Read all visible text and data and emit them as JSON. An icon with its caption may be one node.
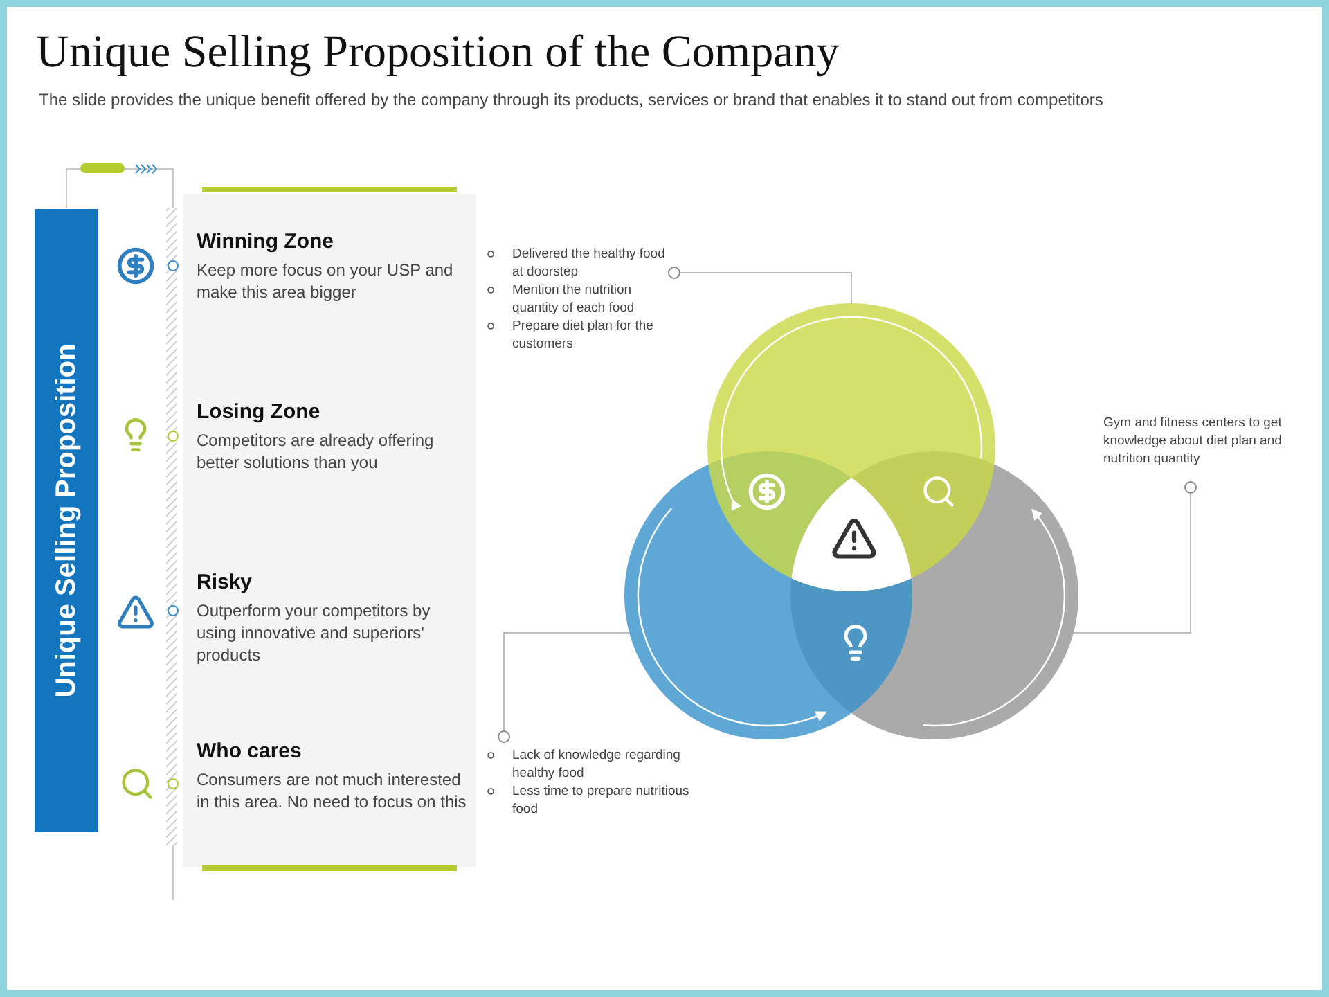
{
  "diagram": {
    "title": "Unique Selling Proposition of the Company",
    "caption": "The slide provides the unique benefit offered by the company through its products, services or brand that enables it to stand out from competitors",
    "nodes": [
      {
        "text": [
          "Unique Selling Proposition"
        ]
      },
      {
        "text": [
          "Winning Zone",
          "Keep more focus on your USP and make this area bigger"
        ]
      },
      {
        "text": [
          "Losing Zone",
          "Competitors are already offering better solutions than you"
        ]
      },
      {
        "text": [
          "Risky",
          "Outperform your competitors by using innovative and superiors' products"
        ]
      },
      {
        "text": [
          "Who cares",
          "Consumers are not much interested in this area. No need to focus on this"
        ]
      },
      {
        "text": [
          "Delivered the healthy food at doorstep",
          "Mention the nutrition quantity of each food",
          "Prepare diet plan for the customers"
        ]
      },
      {
        "text": [],
        "shape": "circle"
      },
      {
        "text": [],
        "shape": "circle"
      },
      {
        "text": [],
        "shape": "circle"
      },
      {
        "text": [
          "Gym and fitness centers to get knowledge about diet plan and nutrition quantity"
        ]
      },
      {
        "text": [
          "Lack of knowledge regarding healthy food",
          "Less time to prepare nutritious food"
        ]
      }
    ],
    "edges": [
      {
        "from": 5,
        "to": 6,
        "arrow": "other"
      },
      {
        "from": 9,
        "to": 8,
        "arrow": "other"
      },
      {
        "from": 10,
        "to": 7,
        "arrow": "other"
      }
    ]
  }
}
